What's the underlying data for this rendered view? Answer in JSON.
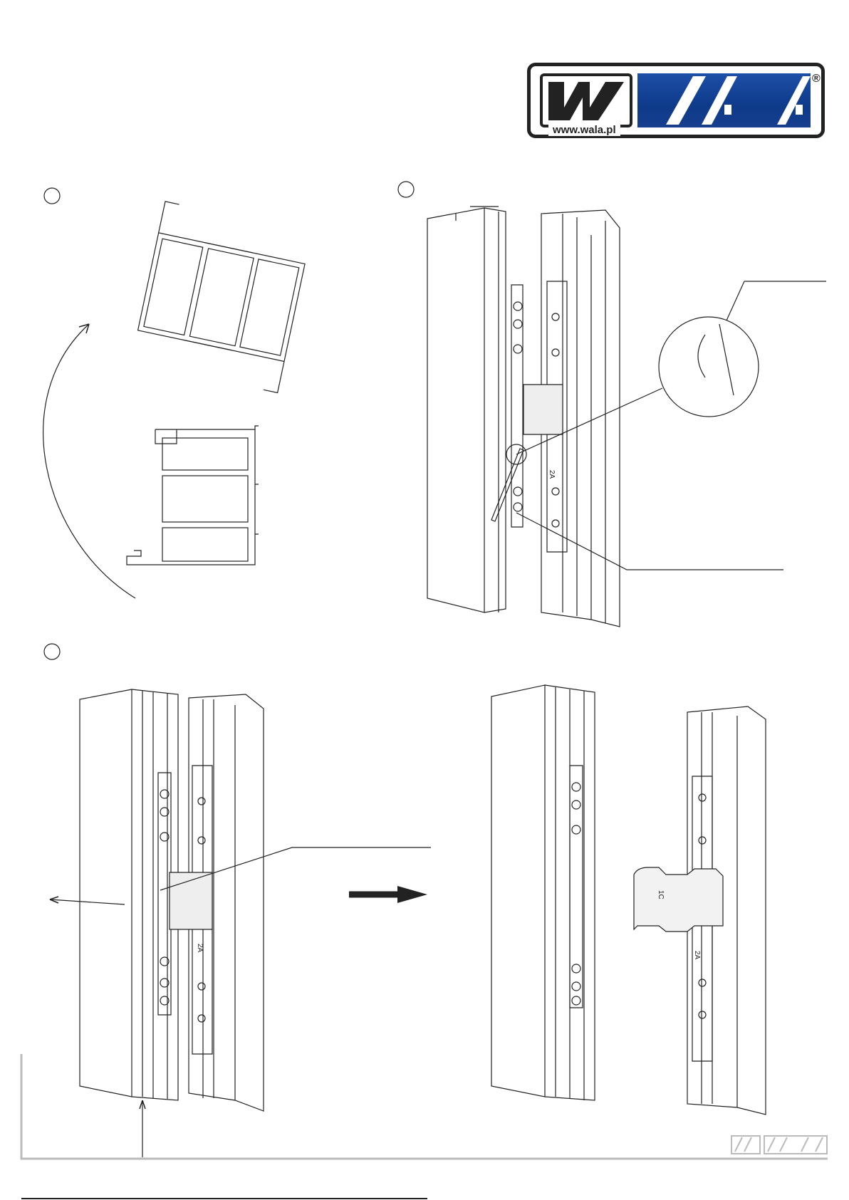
{
  "logo": {
    "brand": "WALA",
    "url": "www.wala.pl",
    "registered": "®"
  },
  "footer_logo": {
    "brand": "WALA"
  },
  "steps": [
    {
      "label": ""
    },
    {
      "label": ""
    },
    {
      "label": ""
    }
  ],
  "part_labels": {
    "hinge_a": "2A",
    "hinge_c": "1C"
  },
  "colors": {
    "logo_blue": "#0e3a8a",
    "line": "#222222",
    "frame_gray": "#bbbbbb"
  }
}
